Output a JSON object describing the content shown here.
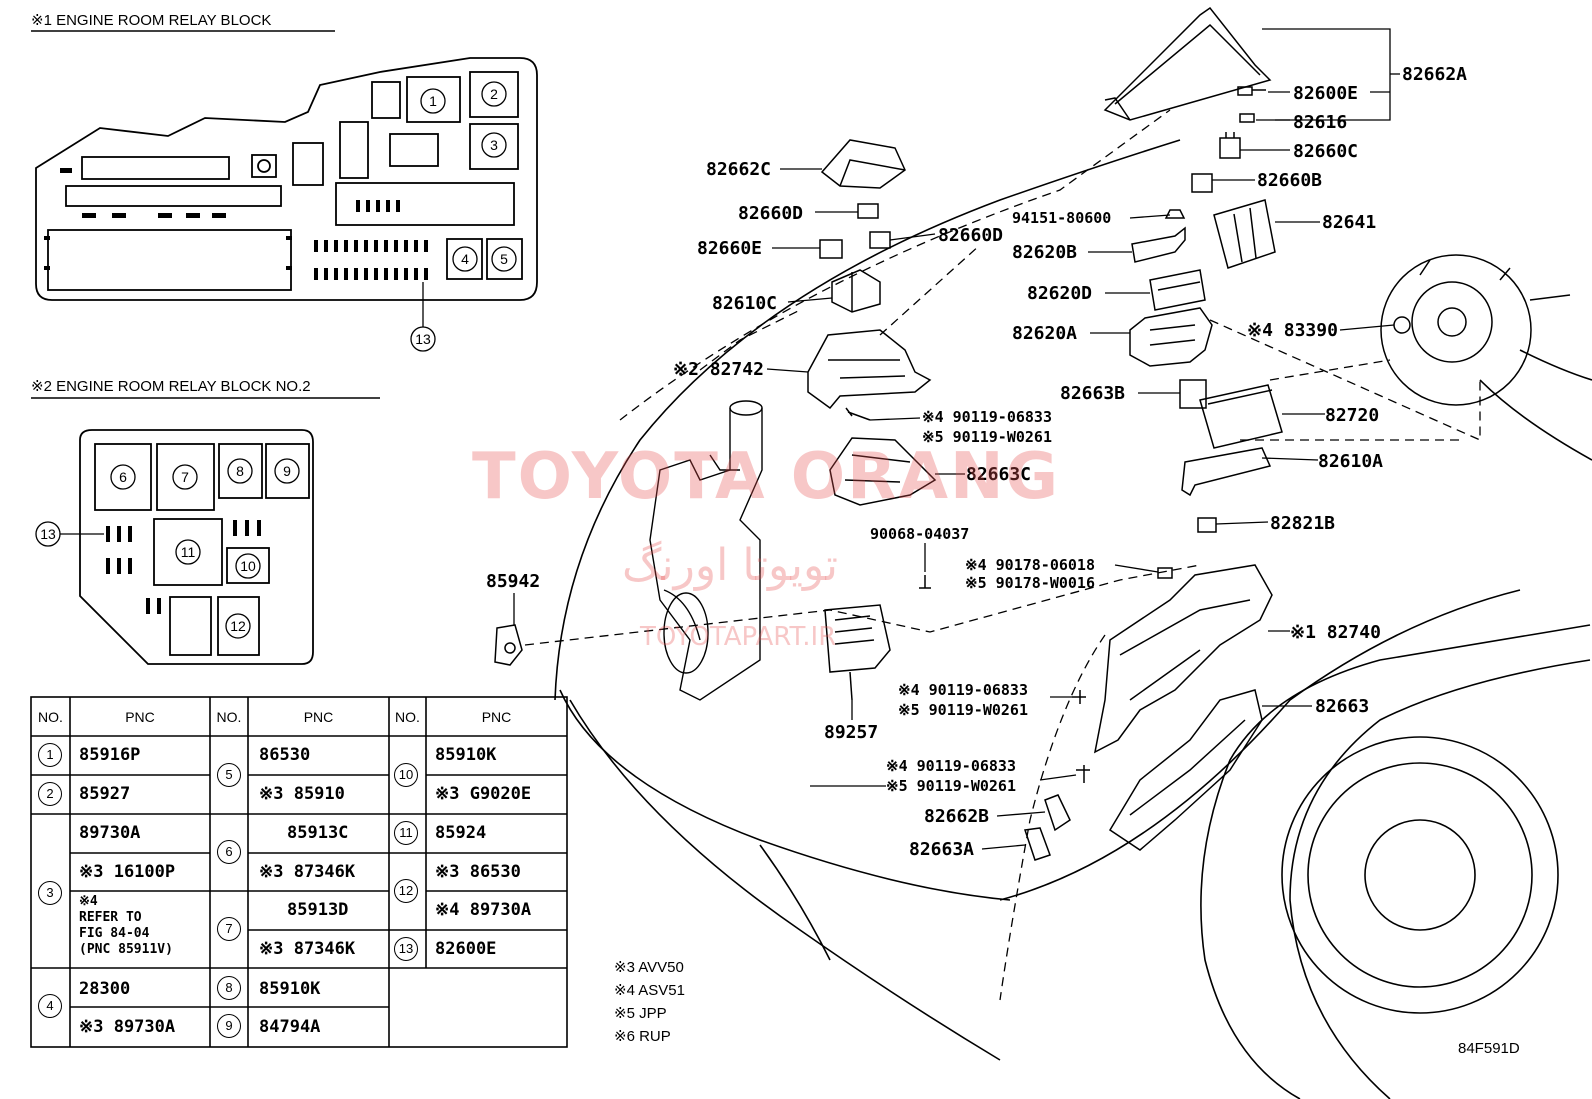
{
  "headers": {
    "block1": "※1 ENGINE ROOM RELAY BLOCK",
    "block2": "※2 ENGINE ROOM RELAY BLOCK NO.2"
  },
  "block1_circles": [
    "1",
    "2",
    "3",
    "4",
    "5",
    "13"
  ],
  "block2_circles": [
    "6",
    "7",
    "8",
    "9",
    "11",
    "10",
    "12",
    "13"
  ],
  "callouts": {
    "p82662A": "82662A",
    "p82600E": "82600E",
    "p82616": "82616",
    "p82660C": "82660C",
    "p82660B": "82660B",
    "p82662C": "82662C",
    "p82660D_a": "82660D",
    "p94151": "94151-80600",
    "p82641": "82641",
    "p82660D_b": "82660D",
    "p82660E": "82660E",
    "p82620B": "82620B",
    "p82620D": "82620D",
    "p82610C": "82610C",
    "p82620A": "82620A",
    "p83390": "※4 83390",
    "p82742": "※2 82742",
    "p82663B": "82663B",
    "p90119_06833_a": "※4 90119-06833",
    "p82720": "82720",
    "p90119_W0261_a": "※5 90119-W0261",
    "p82610A": "82610A",
    "p82663C": "82663C",
    "p82821B": "82821B",
    "p90068": "90068-04037",
    "p90178_06018": "※4 90178-06018",
    "p90178_W0016": "※5 90178-W0016",
    "p85942": "85942",
    "p82740": "※1 82740",
    "p90119_06833_b": "※4 90119-06833",
    "p82663": "82663",
    "p90119_W0261_b": "※5 90119-W0261",
    "p89257": "89257",
    "p90119_06833_c": "※4 90119-06833",
    "p90119_W0261_c": "※5 90119-W0261",
    "p82662B": "82662B",
    "p82663A": "82663A"
  },
  "table": {
    "col_no": "NO.",
    "col_pnc": "PNC",
    "r1_no": "1",
    "r1_pnc": "85916P",
    "r2_no": "2",
    "r2_pnc": "85927",
    "r3_no": "3",
    "r3_pnc_a": "89730A",
    "r3_pnc_b": "※3 16100P",
    "r3_note_1": "※4",
    "r3_note_2": "REFER TO",
    "r3_note_3": "FIG 84-04",
    "r3_note_4": "(PNC 85911V)",
    "r4_no": "4",
    "r4_pnc_a": "28300",
    "r4_pnc_b": "※3 89730A",
    "r5_no": "5",
    "r5_pnc_a": "86530",
    "r5_pnc_b": "※3 85910",
    "r6_no": "6",
    "r6_pnc_a": "85913C",
    "r6_pnc_b": "※3 87346K",
    "r7_no": "7",
    "r7_pnc_a": "85913D",
    "r7_pnc_b": "※3 87346K",
    "r8_no": "8",
    "r8_pnc": "85910K",
    "r9_no": "9",
    "r9_pnc": "84794A",
    "r10_no": "10",
    "r10_pnc_a": "85910K",
    "r10_pnc_b": "※3 G9020E",
    "r11_no": "11",
    "r11_pnc": "85924",
    "r12_no": "12",
    "r12_pnc_a": "※3 86530",
    "r12_pnc_b": "※4 89730A",
    "r13_no": "13",
    "r13_pnc": "82600E"
  },
  "legend": [
    "※3 AVV50",
    "※4 ASV51",
    "※5 JPP",
    "※6 RUP"
  ],
  "figure_no": "84F591D",
  "watermark": {
    "main": "TOYOTA ORANG",
    "arabic": "تويوتا اورنگ",
    "site": "TOYOTAPART.IR"
  }
}
